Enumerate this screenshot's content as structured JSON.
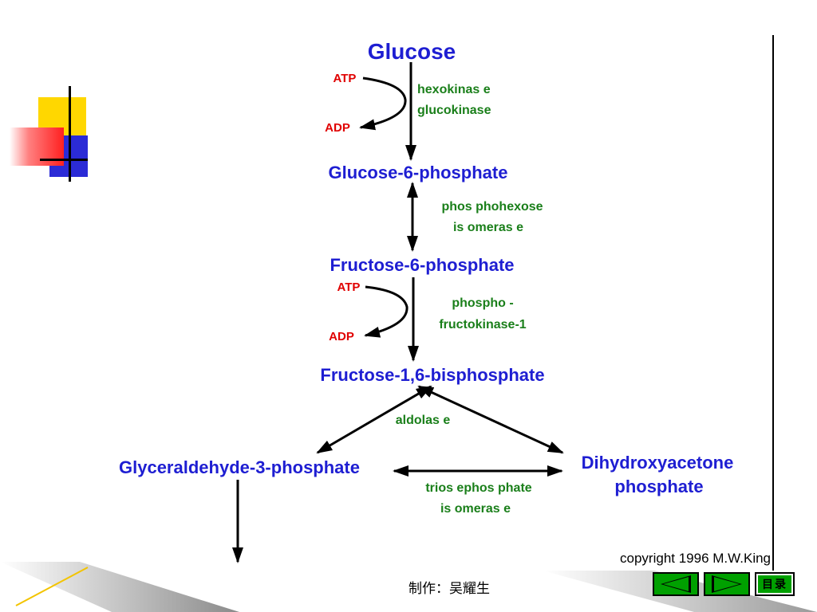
{
  "diagram": {
    "title": "Glucose",
    "molecules": {
      "g6p": "Glucose-6-phosphate",
      "f6p": "Fructose-6-phosphate",
      "f16bp": "Fructose-1,6-bisphosphate",
      "g3p": "Glyceraldehyde-3-phosphate",
      "dhap_line1": "Dihydroxyacetone",
      "dhap_line2": "phosphate"
    },
    "cofactors": {
      "atp1": "ATP",
      "adp1": "ADP",
      "atp2": "ATP",
      "adp2": "ADP"
    },
    "enzymes": {
      "hexokinase": "hexokinas e",
      "glucokinase": "glucokinase",
      "phi_line1": "phos phohexose",
      "phi_line2": "is omeras e",
      "pfk_line1": "phospho -",
      "pfk_line2": "fructokinase-1",
      "aldolase": "aldolas e",
      "tpi_line1": "trios ephos phate",
      "tpi_line2": "is omeras e"
    },
    "copyright": "copyright 1996 M.W.King"
  },
  "footer": {
    "author_label": "制作：吴耀生",
    "toc_label": "目录"
  },
  "colors": {
    "molecule": "#1e1ed2",
    "cofactor": "#e00000",
    "enzyme": "#1a7f1a",
    "nav_button": "#00a000"
  },
  "icons": {
    "prev": "left-triangle-icon",
    "next": "right-triangle-icon"
  }
}
